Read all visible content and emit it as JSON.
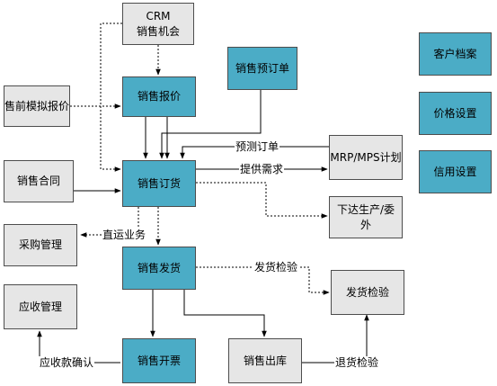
{
  "nodes": {
    "crm": "CRM\n销售机会",
    "presale_quote": "售前模拟报价",
    "sales_quote": "销售报价",
    "sales_preorder": "销售预订单",
    "customer_archive": "客户档案",
    "price_setting": "价格设置",
    "credit_setting": "信用设置",
    "sales_contract": "销售合同",
    "sales_order": "销售订货",
    "mrp_mps": "MRP/MPS计划",
    "issue_production": "下达生产/委外",
    "purchase_mgmt": "采购管理",
    "sales_delivery": "销售发货",
    "delivery_inspection": "发货检验",
    "receivable_mgmt": "应收管理",
    "sales_invoice": "销售开票",
    "sales_outbound": "销售出库"
  },
  "edge_labels": {
    "forecast_order": "预测订单",
    "provide_demand": "提供需求",
    "direct_ship": "直运业务",
    "delivery_check": "发货检验",
    "receipt_confirm": "应收款确认",
    "return_check": "退货检验"
  },
  "colors": {
    "teal": "#4bacc6",
    "grey": "#e6e6e6",
    "border": "#4d4d4d",
    "line": "#000000"
  }
}
